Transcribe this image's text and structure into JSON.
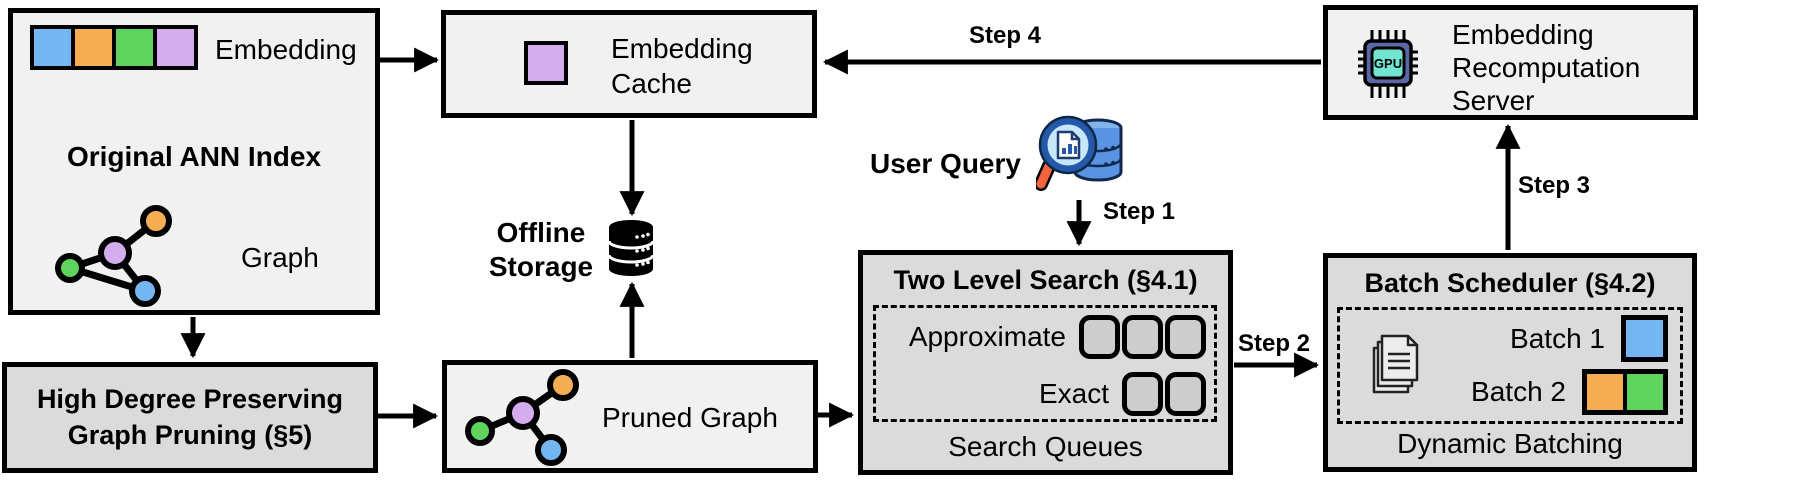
{
  "colors": {
    "blue": "#74B6F2",
    "orange": "#F6AE54",
    "green": "#5ED45E",
    "purple": "#D4ADEF",
    "box_light": "#F1F1F1",
    "box_gray": "#DBDBDB",
    "queue_fill": "#CDCDCD",
    "gpu_chip": "#5B68A8",
    "gpu_core": "#72E5D2",
    "db_blue": "#5B93E3",
    "db_top": "#82B4EC",
    "handle_orange": "#F4653F"
  },
  "ann_index": {
    "title": "Original ANN Index",
    "embedding_label": "Embedding",
    "graph_label": "Graph",
    "embedding_cells": [
      "blue",
      "orange",
      "green",
      "purple"
    ]
  },
  "embedding_cache": {
    "label": "Embedding Cache"
  },
  "offline_storage": {
    "label": "Offline Storage"
  },
  "user_query": {
    "label": "User Query"
  },
  "two_level_search": {
    "title": "Two Level Search (§4.1)",
    "approximate_label": "Approximate",
    "exact_label": "Exact",
    "caption": "Search Queues",
    "approximate_slots": 3,
    "exact_slots": 2
  },
  "batch_scheduler": {
    "title": "Batch Scheduler (§4.2)",
    "batch1_label": "Batch 1",
    "batch2_label": "Batch 2",
    "batch1_cells": [
      "blue"
    ],
    "batch2_cells": [
      "orange",
      "green"
    ],
    "caption": "Dynamic Batching"
  },
  "recomputation_server": {
    "label": "Embedding Recomputation Server",
    "chip_label": "GPU"
  },
  "graph_pruning": {
    "title_line1": "High Degree Preserving",
    "title_line2": "Graph Pruning (§5)"
  },
  "pruned_graph": {
    "label": "Pruned Graph"
  },
  "steps": {
    "step1": "Step 1",
    "step2": "Step 2",
    "step3": "Step 3",
    "step4": "Step 4"
  }
}
